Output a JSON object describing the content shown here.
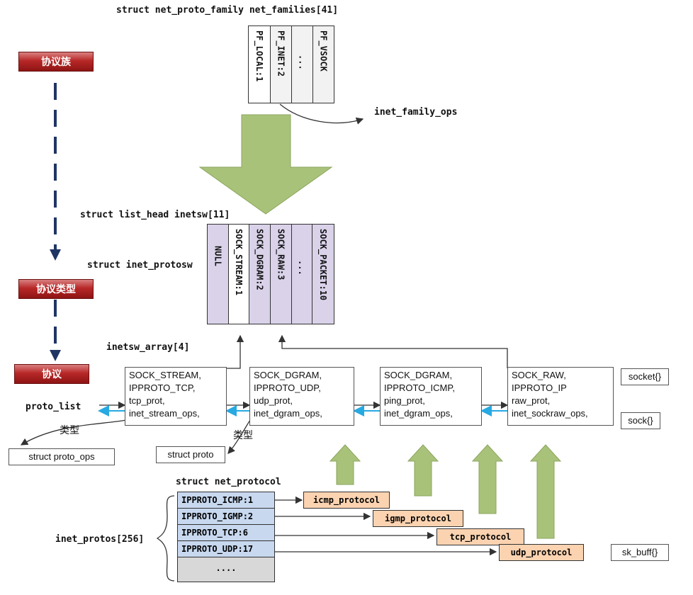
{
  "net_families": {
    "title": "struct net_proto_family net_families[41]",
    "cells": [
      "PF_LOCAL:1",
      "PF_INET:2",
      "...",
      "PF_VSOCK"
    ],
    "ops_label": "inet_family_ops"
  },
  "levels": {
    "family": "协议族",
    "type": "协议类型",
    "protocol": "协议"
  },
  "inetsw": {
    "title": "struct list_head inetsw[11]",
    "side_label": "struct inet_protosw",
    "cells": [
      "NULL",
      "SOCK_STREAM:1",
      "SOCK_DGRAM:2",
      "SOCK_RAW:3",
      "...",
      "SOCK_PACKET:10"
    ]
  },
  "inetsw_array": {
    "label": "inetsw_array[4]",
    "entries": [
      {
        "lines": [
          "SOCK_STREAM,",
          "IPPROTO_TCP,",
          "tcp_prot,",
          "inet_stream_ops,"
        ]
      },
      {
        "lines": [
          "SOCK_DGRAM,",
          "IPPROTO_UDP,",
          "udp_prot,",
          "inet_dgram_ops,"
        ]
      },
      {
        "lines": [
          "SOCK_DGRAM,",
          "IPPROTO_ICMP,",
          "ping_prot,",
          "inet_dgram_ops,"
        ]
      },
      {
        "lines": [
          "SOCK_RAW,",
          "IPPROTO_IP",
          "raw_prot,",
          "inet_sockraw_ops,"
        ]
      }
    ]
  },
  "labels": {
    "proto_list": "proto_list",
    "type1": "类型",
    "type2": "类型",
    "struct_proto_ops": "struct proto_ops",
    "struct_proto": "struct proto"
  },
  "side_boxes": [
    "socket{}",
    "sock{}",
    "sk_buff{}"
  ],
  "net_protocol": {
    "title": "struct net_protocol",
    "array_label": "inet_protos[256]",
    "rows": [
      "IPPROTO_ICMP:1",
      "IPPROTO_IGMP:2",
      "IPPROTO_TCP:6",
      "IPPROTO_UDP:17",
      "...."
    ],
    "targets": [
      "icmp_protocol",
      "igmp_protocol",
      "tcp_protocol",
      "udp_protocol"
    ]
  },
  "colors": {
    "red_button": "#b82828",
    "green_arrow": "#a9c27a",
    "purple_cell": "#d9d2e9",
    "blue_row": "#c7d8ef",
    "orange_box": "#fbd3b1",
    "cyan_arrow": "#27a9e1",
    "navy_dash": "#1f3564"
  }
}
